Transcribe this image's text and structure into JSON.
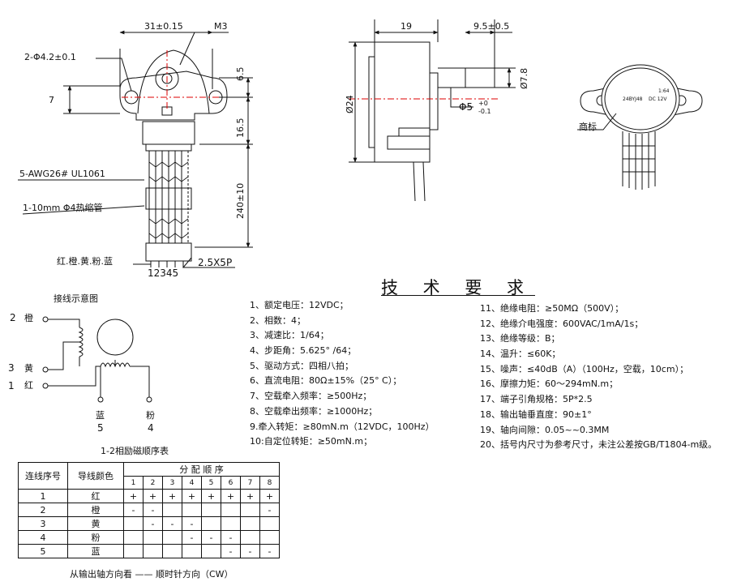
{
  "dims": {
    "width_31": "31±0.15",
    "m3": "M3",
    "holes": "2-Φ4.2±0.1",
    "left_7": "7",
    "right_6_5": "6.5",
    "right_16_5": "16.5",
    "lead_240": "240±10",
    "side_19": "19",
    "side_9_5": "9.5±0.5",
    "side_d24": "Ø24",
    "side_d7_8": "Ø7.8",
    "shaft_d5": "Φ5",
    "shaft_tol_plus": "+0",
    "shaft_tol_minus": "-0.1"
  },
  "labels": {
    "awg": "5-AWG26# UL1061",
    "shrink": "1-10mm  Φ4热缩管",
    "colors": "红.橙.黄.粉.蓝",
    "pins": "12345",
    "pitch": "2.5X5P",
    "brand_label": "商标",
    "wiring_title": "接线示意图",
    "w2_num": "2",
    "w2_color": "橙",
    "w3_num": "3",
    "w3_color": "黄",
    "w1_num": "1",
    "w1_color": "红",
    "w5_color": "蓝",
    "w5_num": "5",
    "w4_color": "粉",
    "w4_num": "4"
  },
  "nameplate": {
    "model": "24BYJ48",
    "voltage": "DC 12V",
    "ratio": "1:64"
  },
  "title": "技 术 要 求",
  "requirements_left": [
    "1、额定电压：12VDC；",
    "2、相数：4；",
    "3、减速比：1/64；",
    "4、步距角：5.625° /64；",
    "5、驱动方式：四相八拍；",
    "6、直流电阻：80Ω±15%（25° C）；",
    "7、空载牵入频率：≥500Hz；",
    "8、空载牵出频率：≥1000Hz；",
    "9.牵入转矩：≥80mN.m（12VDC，100Hz）",
    "10:自定位转矩：≥50mN.m；"
  ],
  "requirements_right": [
    "11、绝缘电阻：≥50MΩ（500V）；",
    "12、绝缘介电强度：600VAC/1mA/1s；",
    "13、绝缘等级：B；",
    "14、温升：≤60K；",
    "15、噪声：≤40dB（A）（100Hz，空载，10cm）；",
    "16、摩擦力矩：60～294mN.m；",
    "17、端子引角规格：5P*2.5",
    "18、输出轴垂直度：90±1°",
    "19、轴向间隙：0.05~~0.3MM",
    "20、括号内尺寸为参考尺寸，未注公差按GB/T1804-m级。"
  ],
  "table": {
    "caption": "1-2相励磁顺序表",
    "col_seq": "连线序号",
    "col_color": "导线颜色",
    "col_dist": "分 配 顺 序",
    "steps": [
      "1",
      "2",
      "3",
      "4",
      "5",
      "6",
      "7",
      "8"
    ],
    "rows": [
      {
        "seq": "1",
        "color": "红",
        "cells": [
          "+",
          "+",
          "+",
          "+",
          "+",
          "+",
          "+",
          "+"
        ]
      },
      {
        "seq": "2",
        "color": "橙",
        "cells": [
          "-",
          "-",
          "",
          "",
          "",
          "",
          "",
          "-"
        ]
      },
      {
        "seq": "3",
        "color": "黄",
        "cells": [
          "",
          "-",
          "-",
          "-",
          "",
          "",
          "",
          ""
        ]
      },
      {
        "seq": "4",
        "color": "粉",
        "cells": [
          "",
          "",
          "",
          "-",
          "-",
          "-",
          "",
          ""
        ]
      },
      {
        "seq": "5",
        "color": "蓝",
        "cells": [
          "",
          "",
          "",
          "",
          "",
          "-",
          "-",
          "-"
        ]
      }
    ],
    "footer": "从输出轴方向看 —— 顺时针方向（CW）"
  }
}
